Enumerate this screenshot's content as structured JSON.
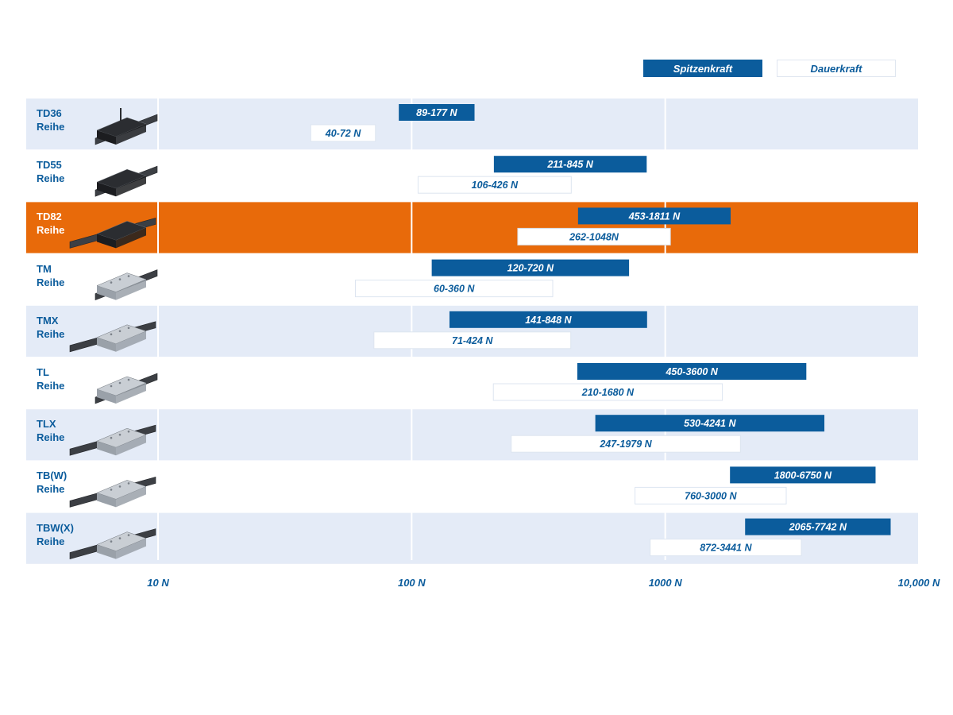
{
  "legend": {
    "peak_label": "Spitzenkraft",
    "continuous_label": "Dauerkraft"
  },
  "colors": {
    "peak": "#0b5c9c",
    "continuous": "#ffffff",
    "label_text": "#0b5c9c",
    "band_light": "#e4ebf7",
    "band_white": "#ffffff",
    "highlight": "#e86a0a",
    "highlight_text": "#ffffff"
  },
  "chart_data": {
    "type": "bar",
    "orientation": "horizontal",
    "x_scale": "log",
    "xlim": [
      10,
      10000
    ],
    "x_ticks": [
      {
        "value": 10,
        "label": "10 N"
      },
      {
        "value": 100,
        "label": "100 N"
      },
      {
        "value": 1000,
        "label": "1000 N"
      },
      {
        "value": 10000,
        "label": "10,000 N"
      }
    ],
    "grid": true,
    "legend_position": "top-right",
    "rows": [
      {
        "name_line1": "TD36",
        "name_line2": "Reihe",
        "icon": "linear-motor-td36-icon",
        "highlighted": false,
        "peak": {
          "min": 89,
          "max": 177,
          "label": "89-177 N"
        },
        "continuous": {
          "min": 40,
          "max": 72,
          "label": "40-72 N"
        }
      },
      {
        "name_line1": "TD55",
        "name_line2": "Reihe",
        "icon": "linear-motor-td55-icon",
        "highlighted": false,
        "peak": {
          "min": 211,
          "max": 845,
          "label": "211-845 N"
        },
        "continuous": {
          "min": 106,
          "max": 426,
          "label": "106-426 N"
        }
      },
      {
        "name_line1": "TD82",
        "name_line2": "Reihe",
        "icon": "linear-motor-td82-icon",
        "highlighted": true,
        "peak": {
          "min": 453,
          "max": 1811,
          "label": "453-1811 N"
        },
        "continuous": {
          "min": 262,
          "max": 1048,
          "label": "262-1048N"
        }
      },
      {
        "name_line1": "TM",
        "name_line2": "Reihe",
        "icon": "linear-motor-tm-icon",
        "highlighted": false,
        "peak": {
          "min": 120,
          "max": 720,
          "label": "120-720 N"
        },
        "continuous": {
          "min": 60,
          "max": 360,
          "label": "60-360 N"
        }
      },
      {
        "name_line1": "TMX",
        "name_line2": "Reihe",
        "icon": "linear-motor-tmx-icon",
        "highlighted": false,
        "peak": {
          "min": 141,
          "max": 848,
          "label": "141-848 N"
        },
        "continuous": {
          "min": 71,
          "max": 424,
          "label": "71-424 N"
        }
      },
      {
        "name_line1": "TL",
        "name_line2": "Reihe",
        "icon": "linear-motor-tl-icon",
        "highlighted": false,
        "peak": {
          "min": 450,
          "max": 3600,
          "label": "450-3600 N"
        },
        "continuous": {
          "min": 210,
          "max": 1680,
          "label": "210-1680 N"
        }
      },
      {
        "name_line1": "TLX",
        "name_line2": "Reihe",
        "icon": "linear-motor-tlx-icon",
        "highlighted": false,
        "peak": {
          "min": 530,
          "max": 4241,
          "label": "530-4241 N"
        },
        "continuous": {
          "min": 247,
          "max": 1979,
          "label": "247-1979 N"
        }
      },
      {
        "name_line1": "TB(W)",
        "name_line2": "Reihe",
        "icon": "linear-motor-tbw-icon",
        "highlighted": false,
        "peak": {
          "min": 1800,
          "max": 6750,
          "label": "1800-6750 N"
        },
        "continuous": {
          "min": 760,
          "max": 3000,
          "label": "760-3000 N"
        }
      },
      {
        "name_line1": "TBW(X)",
        "name_line2": "Reihe",
        "icon": "linear-motor-tbwx-icon",
        "highlighted": false,
        "peak": {
          "min": 2065,
          "max": 7742,
          "label": "2065-7742 N"
        },
        "continuous": {
          "min": 872,
          "max": 3441,
          "label": "872-3441 N"
        }
      }
    ]
  }
}
